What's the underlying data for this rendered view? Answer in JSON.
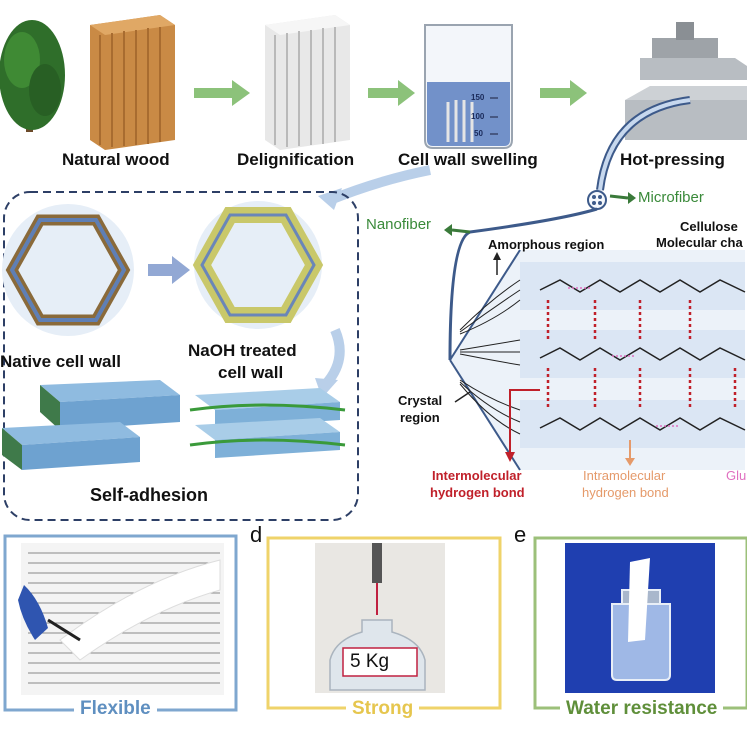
{
  "process": {
    "stages": [
      "Natural wood",
      "Delignification",
      "Cell wall swelling",
      "Hot-pressing"
    ],
    "beaker_ticks": [
      "150",
      "100",
      "50"
    ],
    "microfiber": "Microfiber",
    "nanofiber": "Nanofiber"
  },
  "inset": {
    "native": "Native cell wall",
    "naoh_line1": "NaOH treated",
    "naoh_line2": "cell wall",
    "self_adhesion": "Self-adhesion"
  },
  "molecular": {
    "amorphous": "Amorphous region",
    "cellulose_line1": "Cellulose",
    "cellulose_line2": "Molecular cha",
    "crystal_line1": "Crystal",
    "crystal_line2": "region",
    "inter_line1": "Intermolecular",
    "inter_line2": "hydrogen bond",
    "intra_line1": "Intramolecular",
    "intra_line2": "hydrogen bond",
    "glu": "Glu"
  },
  "panels": {
    "d_letter": "d",
    "e_letter": "e",
    "flexible": "Flexible",
    "strong": "Strong",
    "weight": "5 Kg",
    "water": "Water resistance"
  },
  "colors": {
    "flexible": "#7fa7cf",
    "strong": "#efd36a",
    "water": "#9cc07a",
    "inter": "#c0202a",
    "intra": "#e59a6a",
    "glu": "#e070c0",
    "arrow": "#8cc27a"
  }
}
